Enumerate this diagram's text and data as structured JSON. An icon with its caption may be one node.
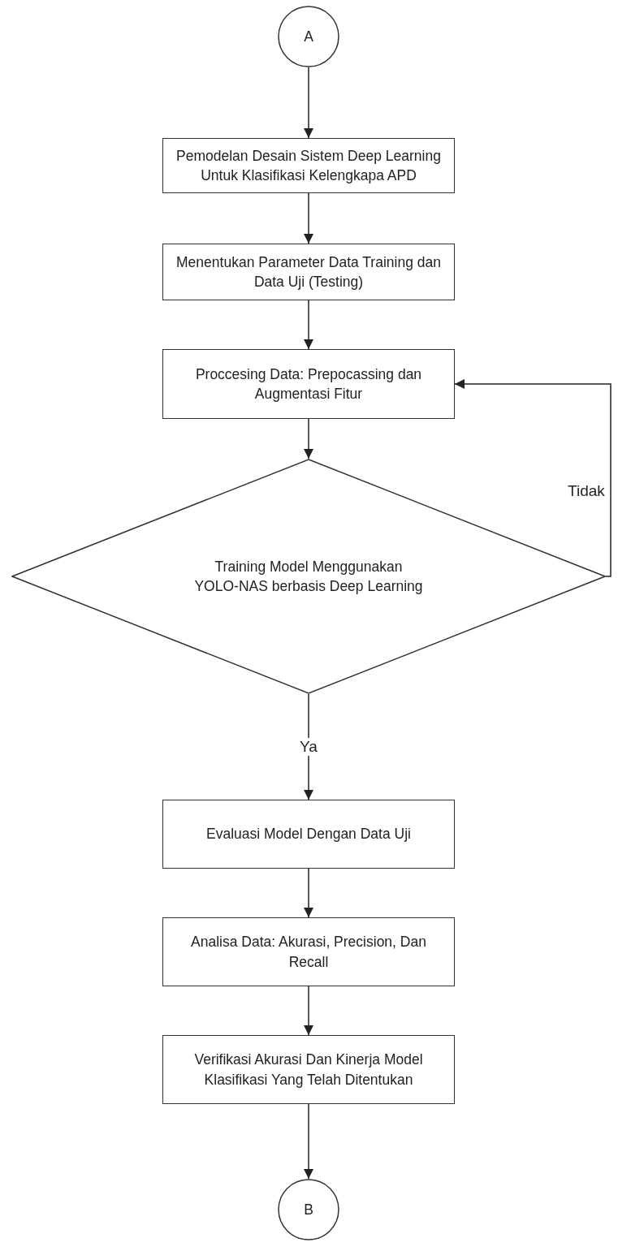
{
  "diagram": {
    "nodes": [
      {
        "text": [
          "A"
        ]
      },
      {
        "text": [
          "Pemodelan Desain Sistem Deep Learning Untuk Klasifikasi Kelengkapa APD"
        ]
      },
      {
        "text": [
          "Menentukan Parameter Data Training dan Data Uji (Testing)"
        ]
      },
      {
        "text": [
          "Proccesing Data: Prepocassing dan Augmentasi Fitur"
        ]
      },
      {
        "text": [
          "Training Model Menggunakan YOLO-NAS berbasis Deep Learning"
        ]
      },
      {
        "text": [
          "Evaluasi Model Dengan Data Uji"
        ]
      },
      {
        "text": [
          "Analisa Data: Akurasi, Precision, Dan Recall"
        ]
      },
      {
        "text": [
          "Verifikasi Akurasi Dan Kinerja Model Klasifikasi Yang Telah Ditentukan"
        ]
      },
      {
        "text": [
          "B"
        ]
      }
    ],
    "edges": [
      {
        "from": 0,
        "to": 1,
        "arrow": "to"
      },
      {
        "from": 1,
        "to": 2,
        "arrow": "to"
      },
      {
        "from": 2,
        "to": 3,
        "arrow": "to"
      },
      {
        "from": 3,
        "to": 4,
        "arrow": "to"
      },
      {
        "from": 4,
        "to": 3,
        "arrow": "to",
        "label": "Tidak"
      },
      {
        "from": 4,
        "to": 5,
        "arrow": "to",
        "label": "Ya"
      },
      {
        "from": 5,
        "to": 6,
        "arrow": "to"
      },
      {
        "from": 6,
        "to": 7,
        "arrow": "to"
      },
      {
        "from": 7,
        "to": 8,
        "arrow": "to"
      }
    ]
  }
}
